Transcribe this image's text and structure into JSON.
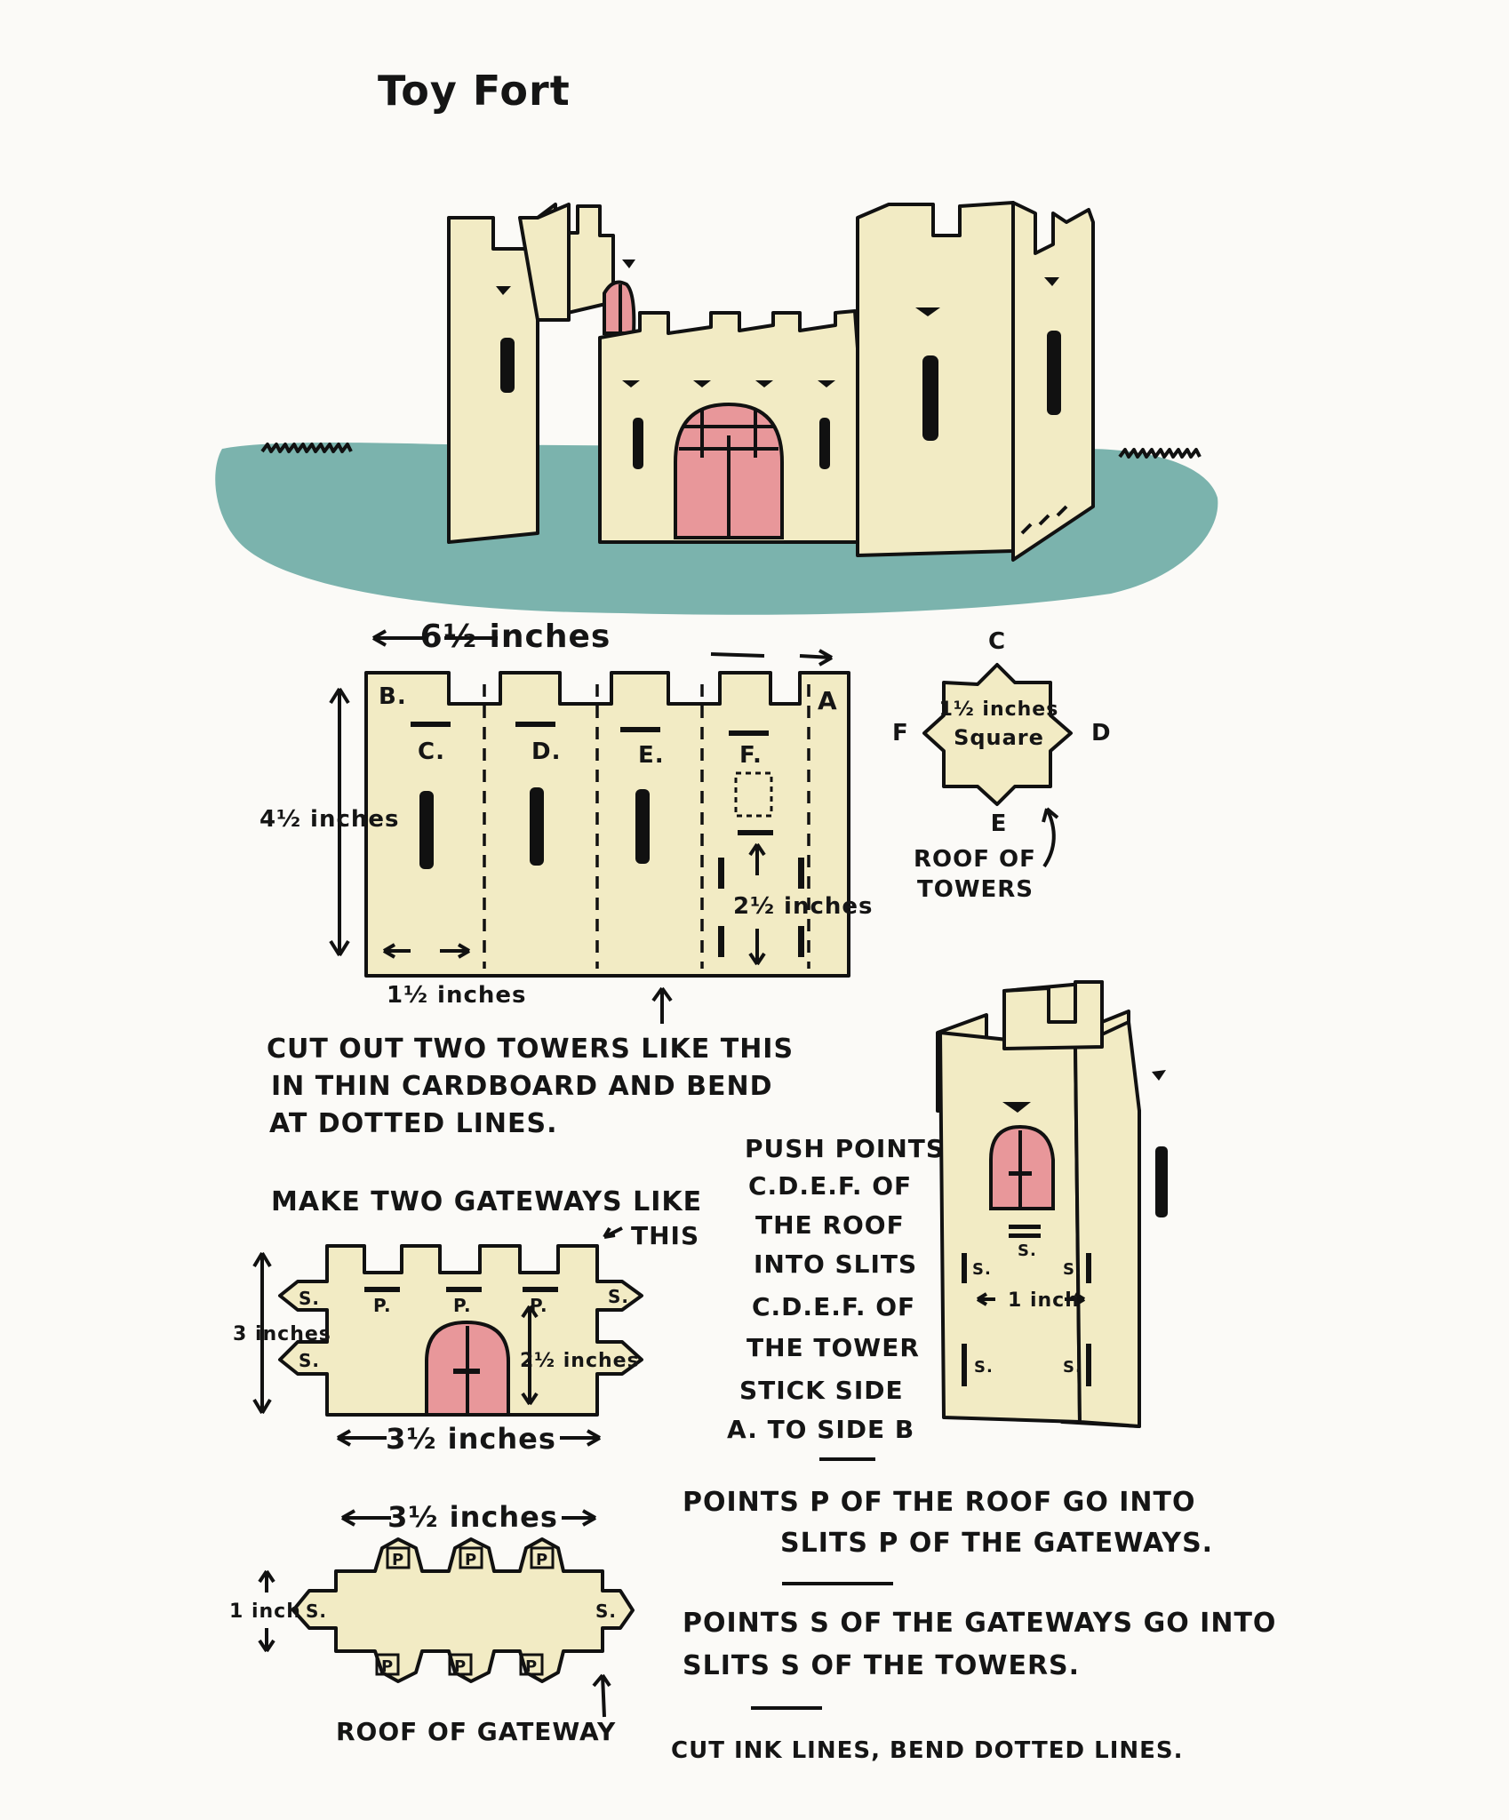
{
  "title": "Toy Fort",
  "colors": {
    "paper": "#fbfaf7",
    "card": "#f2ebc4",
    "door": "#e8979a",
    "grass": "#7bb3ad",
    "ink": "#111111"
  },
  "tower_plan": {
    "width_label": "6½ inches",
    "height_label": "4½ inches",
    "base_label": "1½ inches",
    "slit_label": "2½ inches",
    "side_a": "A",
    "side_b": "B.",
    "panels": [
      "C.",
      "D.",
      "E.",
      "F."
    ]
  },
  "roof_of_towers": {
    "points": [
      "C",
      "D",
      "E",
      "F"
    ],
    "size_line1": "1½ inches",
    "size_line2": "Square",
    "label_line1": "ROOF OF",
    "label_line2": "TOWERS"
  },
  "tower_instructions": [
    "CUT OUT TWO TOWERS LIKE THIS",
    "IN THIN CARDBOARD AND BEND",
    "AT DOTTED LINES."
  ],
  "gateway": {
    "intro": "MAKE TWO GATEWAYS LIKE",
    "intro_this": "THIS",
    "height_label": "3 inches",
    "door_label": "2½ inches",
    "width_label": "3½ inches",
    "p": "P.",
    "s": "S."
  },
  "assembly_steps": [
    "PUSH POINTS",
    "C.D.E.F. OF",
    "THE ROOF",
    "INTO SLITS",
    "C.D.E.F. OF",
    "THE TOWER",
    "STICK SIDE",
    "A. TO SIDE B"
  ],
  "tower_model": {
    "s": "S.",
    "gap_label": "1 inch"
  },
  "gateway_roof": {
    "width_label": "3½ inches",
    "height_label": "1 inch",
    "p": "P",
    "s": "S.",
    "label": "ROOF OF GATEWAY"
  },
  "notes": {
    "points_p_line1": "POINTS P OF THE ROOF GO INTO",
    "points_p_line2": "SLITS P OF THE GATEWAYS.",
    "points_s_line1": "POINTS S OF THE GATEWAYS GO INTO",
    "points_s_line2": "SLITS S OF THE TOWERS.",
    "final": "CUT INK LINES, BEND DOTTED LINES."
  }
}
